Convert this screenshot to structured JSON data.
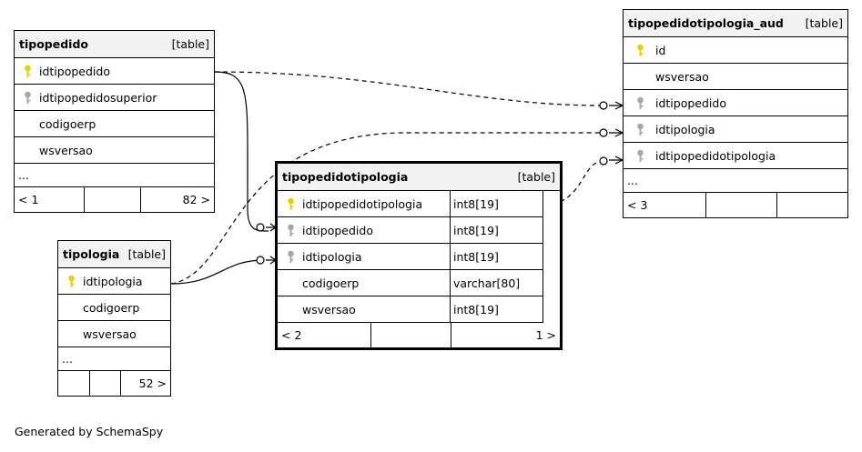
{
  "tables": {
    "tipopedido": {
      "name": "tipopedido",
      "tag": "[table]",
      "columns": [
        {
          "name": "idtipopedido",
          "key": "primary"
        },
        {
          "name": "idtipopedidosuperior",
          "key": "foreign"
        },
        {
          "name": "codigoerp",
          "key": ""
        },
        {
          "name": "wsversao",
          "key": ""
        }
      ],
      "more": "...",
      "footer": {
        "left": "< 1",
        "middle": "",
        "right": "82 >"
      }
    },
    "tipologia": {
      "name": "tipologia",
      "tag": "[table]",
      "columns": [
        {
          "name": "idtipologia",
          "key": "primary"
        },
        {
          "name": "codigoerp",
          "key": ""
        },
        {
          "name": "wsversao",
          "key": ""
        }
      ],
      "more": "...",
      "footer": {
        "left": "",
        "middle": "",
        "right": "52 >"
      }
    },
    "tipopedidotipologia": {
      "name": "tipopedidotipologia",
      "tag": "[table]",
      "columns": [
        {
          "name": "idtipopedidotipologia",
          "key": "primary",
          "type": "int8[19]"
        },
        {
          "name": "idtipopedido",
          "key": "foreign",
          "type": "int8[19]"
        },
        {
          "name": "idtipologia",
          "key": "foreign",
          "type": "int8[19]"
        },
        {
          "name": "codigoerp",
          "key": "",
          "type": "varchar[80]"
        },
        {
          "name": "wsversao",
          "key": "",
          "type": "int8[19]"
        }
      ],
      "footer": {
        "left": "< 2",
        "middle": "",
        "right": "1 >"
      }
    },
    "tipopedidotipologia_aud": {
      "name": "tipopedidotipologia_aud",
      "tag": "[table]",
      "columns": [
        {
          "name": "id",
          "key": "primary"
        },
        {
          "name": "wsversao",
          "key": ""
        },
        {
          "name": "idtipopedido",
          "key": "foreign"
        },
        {
          "name": "idtipologia",
          "key": "foreign"
        },
        {
          "name": "idtipopedidotipologia",
          "key": "foreign"
        }
      ],
      "more": "...",
      "footer": {
        "left": "< 3",
        "middle": "",
        "right": ""
      }
    }
  },
  "credit": "Generated by SchemaSpy",
  "colors": {
    "primary_key": "#e6d200",
    "foreign_key": "#a8a8a8",
    "header_bg": "#f2f2f2"
  }
}
